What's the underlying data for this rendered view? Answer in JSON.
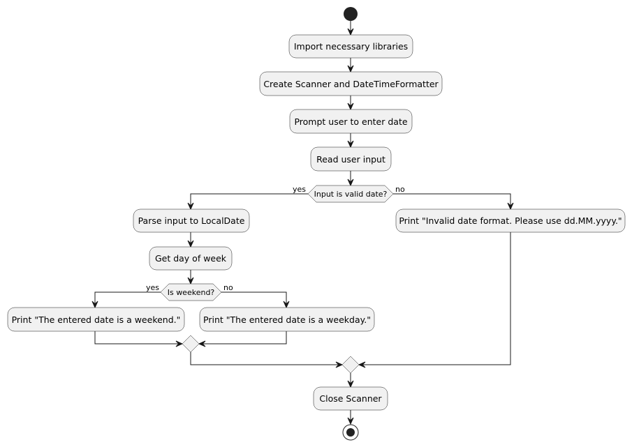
{
  "nodes": {
    "import_libraries": "Import necessary libraries",
    "create_scanner": "Create Scanner and DateTimeFormatter",
    "prompt_user": "Prompt user to enter date",
    "read_input": "Read user input",
    "parse_input": "Parse input to LocalDate",
    "get_day": "Get day of week",
    "print_weekend": "Print \"The entered date is a weekend.\"",
    "print_weekday": "Print \"The entered date is a weekday.\"",
    "print_invalid": "Print \"Invalid date format. Please use dd.MM.yyyy.\"",
    "close_scanner": "Close Scanner"
  },
  "conditions": {
    "valid_date": {
      "label": "Input is valid date?",
      "yes": "yes",
      "no": "no"
    },
    "weekend": {
      "label": "Is weekend?",
      "yes": "yes",
      "no": "no"
    }
  },
  "colors": {
    "node_fill": "#f1f1f1",
    "stroke": "#181818",
    "start_end": "#222222"
  }
}
